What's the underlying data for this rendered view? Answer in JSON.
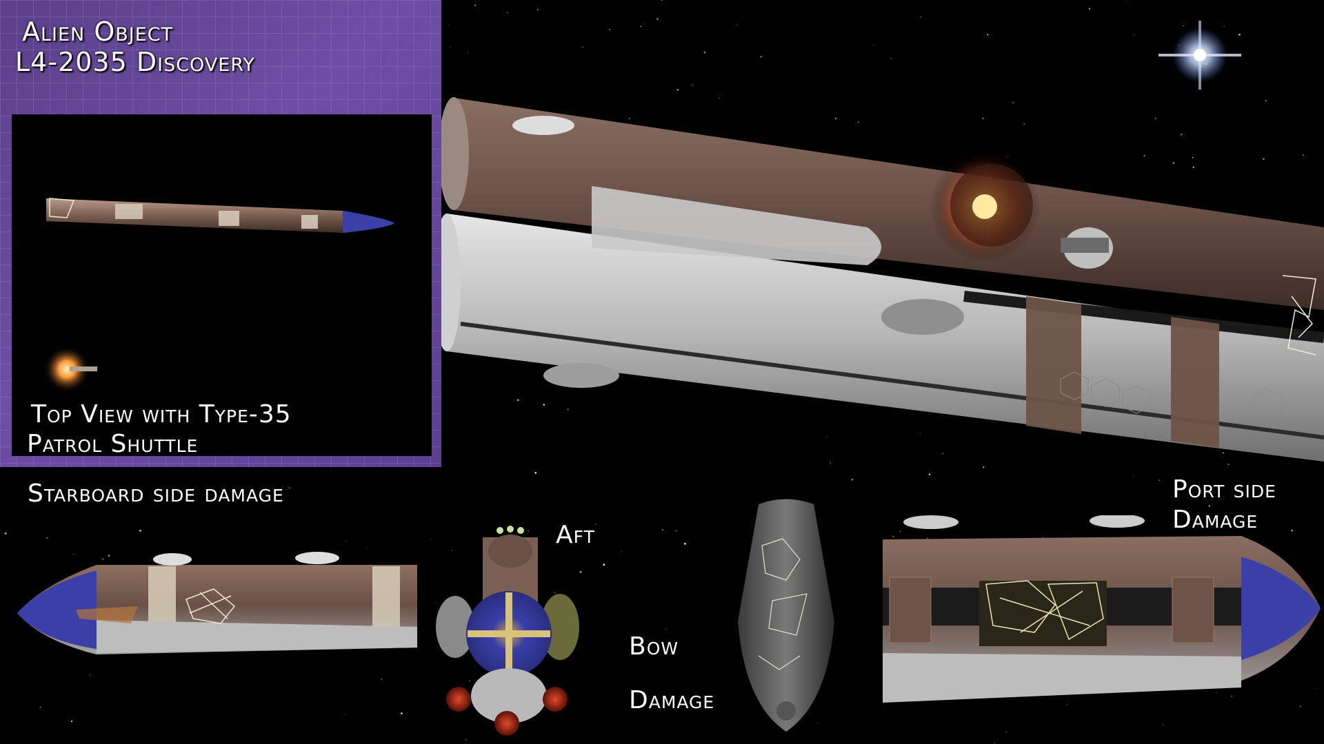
{
  "header": {
    "title_line1": "Alien Object",
    "title_line2": "L4-2035 Discovery"
  },
  "inset": {
    "caption_line1": "Top View with Type-35",
    "caption_line2": "Patrol Shuttle"
  },
  "views": {
    "starboard": "Starboard side damage",
    "aft": "Aft",
    "bow_line1": "Bow",
    "bow_line2": "Damage",
    "port_line1": "Port side",
    "port_line2": "Damage"
  },
  "colors": {
    "panel_purple": "#6a4c9c",
    "hull_brown": "#6e5348",
    "hull_grey": "#b9b9b9",
    "bow_blue": "#3b3fa8",
    "glow_orange": "#ff9a3c"
  },
  "icons": [
    "star-flare-icon"
  ]
}
